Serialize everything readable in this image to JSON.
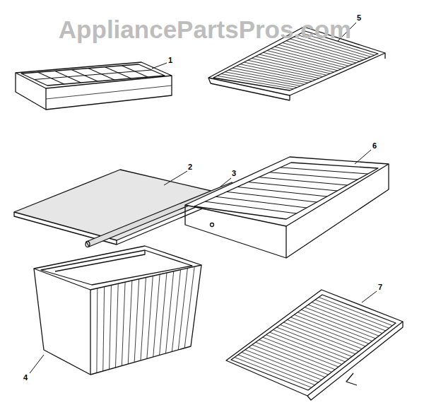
{
  "diagram": {
    "labels": [
      "AppliancePartsPros.com",
      "1",
      "2",
      "3",
      "4",
      "5",
      "6",
      "7"
    ]
  }
}
